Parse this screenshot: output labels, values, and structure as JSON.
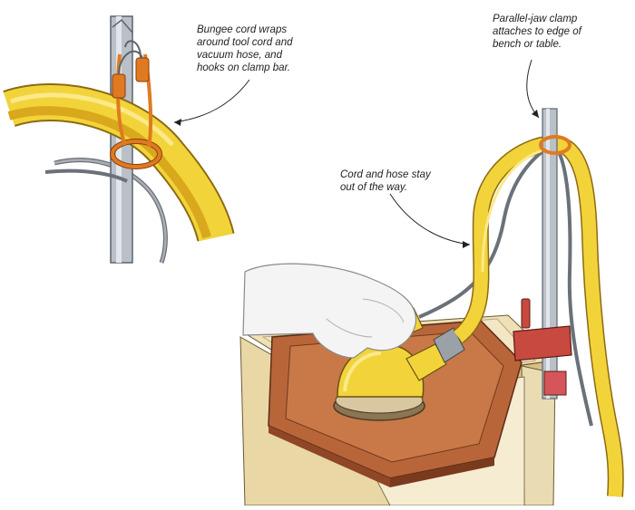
{
  "callouts": {
    "bungee": "Bungee cord wraps\naround tool cord and\nvacuum hose, and\nhooks on clamp bar.",
    "clamp": "Parallel-jaw clamp\nattaches to edge of\nbench or table.",
    "cord_hose": "Cord and hose stay\nout of the way."
  },
  "colors": {
    "hose_yellow": "#f2d43a",
    "hose_shadow": "#d9a81c",
    "bungee_orange": "#e07a20",
    "bar_gray": "#b9c0c8",
    "bench_wood": "#e6cf9a",
    "panel_wood": "#b9653a",
    "clamp_red": "#c8493f",
    "glove_white": "#f4f4f4"
  }
}
